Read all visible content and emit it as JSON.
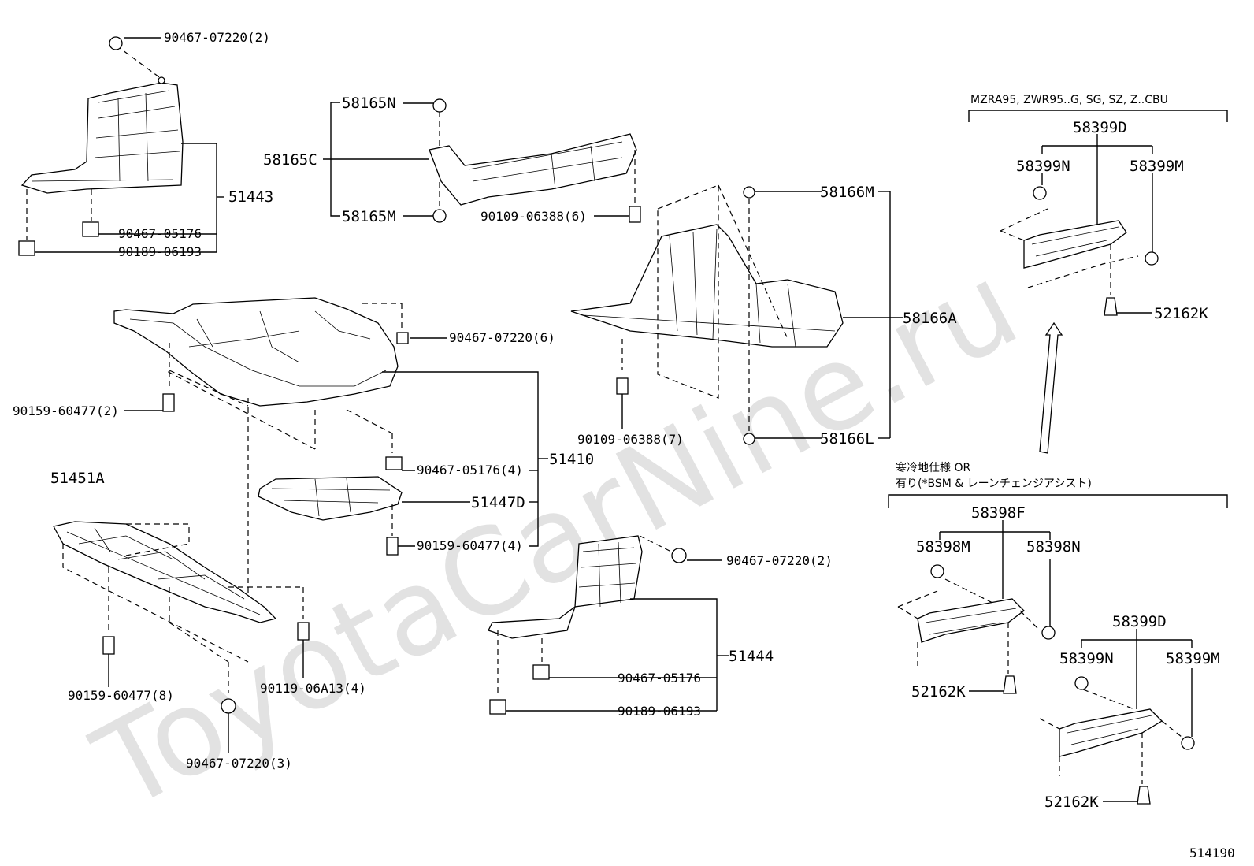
{
  "watermark": "ToyotaCarNine.ru",
  "diagram_id": "514190",
  "notes": {
    "variant_a": "MZRA95, ZWR95..G, SG, SZ, Z..CBU",
    "variant_b_line1": "寒冷地仕様 OR",
    "variant_b_line2": "有り(*BSM & レーンチェンジアシスト)"
  },
  "labels": {
    "p90467_07220_2_top": "90467-07220(2)",
    "p51443": "51443",
    "p90467_05176_a": "90467-05176",
    "p90189_06193_a": "90189-06193",
    "p58165N": "58165N",
    "p58165C": "58165C",
    "p58165M": "58165M",
    "p90109_06388_6": "90109-06388(6)",
    "p58166M": "58166M",
    "p58166A": "58166A",
    "p58166L": "58166L",
    "p90109_06388_7": "90109-06388(7)",
    "p90467_07220_6": "90467-07220(6)",
    "p90159_60477_2": "90159-60477(2)",
    "p51410": "51410",
    "p90467_05176_4": "90467-05176(4)",
    "p51447D": "51447D",
    "p90159_60477_4": "90159-60477(4)",
    "p51451A": "51451A",
    "p90159_60477_8": "90159-60477(8)",
    "p90119_06A13_4": "90119-06A13(4)",
    "p90467_07220_3": "90467-07220(3)",
    "p90467_07220_2_mid": "90467-07220(2)",
    "p51444": "51444",
    "p90467_05176_b": "90467-05176",
    "p90189_06193_b": "90189-06193",
    "p58399D_a": "58399D",
    "p58399N_a": "58399N",
    "p58399M_a": "58399M",
    "p52162K_a": "52162K",
    "p58398F": "58398F",
    "p58398M": "58398M",
    "p58398N": "58398N",
    "p52162K_b": "52162K",
    "p58399D_b": "58399D",
    "p58399N_b": "58399N",
    "p58399M_b": "58399M",
    "p52162K_c": "52162K"
  }
}
